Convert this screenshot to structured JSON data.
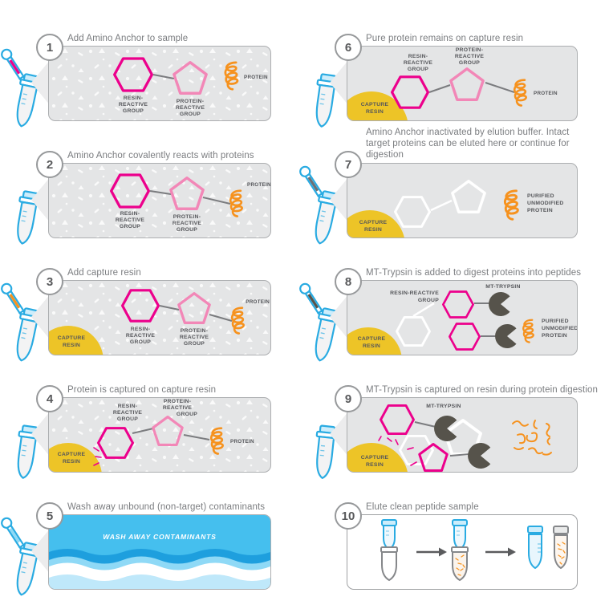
{
  "figure": "Amino Anchor protein capture and digestion workflow",
  "colors": {
    "magenta_hexagon": "#EC008C",
    "pink_pentagon": "#F287B7",
    "orange_protein": "#F6921E",
    "yellow_resin": "#EDC427",
    "tube_blue": "#29ABE2",
    "wash_blue": "#45BFEE",
    "trypsin_dark": "#56534B",
    "panel_gray": "#E4E5E6",
    "label_gray": "#55565A",
    "title_gray": "#7B7D80"
  },
  "steps": [
    {
      "num": "1",
      "title": "Add Amino Anchor to sample"
    },
    {
      "num": "2",
      "title": "Amino Anchor covalently reacts with proteins"
    },
    {
      "num": "3",
      "title": "Add capture resin"
    },
    {
      "num": "4",
      "title": "Protein is captured on capture resin"
    },
    {
      "num": "5",
      "title": "Wash away unbound (non-target) contaminants"
    },
    {
      "num": "6",
      "title": "Pure protein remains on capture resin"
    },
    {
      "num": "7",
      "title": "Amino Anchor inactivated by elution buffer. Intact target proteins can be eluted here or continue for digestion"
    },
    {
      "num": "8",
      "title": "MT-Trypsin is added to digest proteins into peptides"
    },
    {
      "num": "9",
      "title": "MT-Trypsin is captured on resin during protein digestion"
    },
    {
      "num": "10",
      "title": "Elute clean peptide sample"
    }
  ],
  "labels": {
    "resin3": [
      "RESIN-",
      "REACTIVE",
      "GROUP"
    ],
    "resin2": [
      "RESIN-REACTIVE",
      "GROUP"
    ],
    "protein_group3": [
      "PROTEIN-",
      "REACTIVE",
      "GROUP"
    ],
    "protein": "PROTEIN",
    "capture": [
      "CAPTURE",
      "RESIN"
    ],
    "purified3": [
      "PURIFIED",
      "UNMODIFIED",
      "PROTEIN"
    ],
    "trypsin": "MT-TRYPSIN",
    "wash": "WASH AWAY CONTAMINANTS"
  }
}
